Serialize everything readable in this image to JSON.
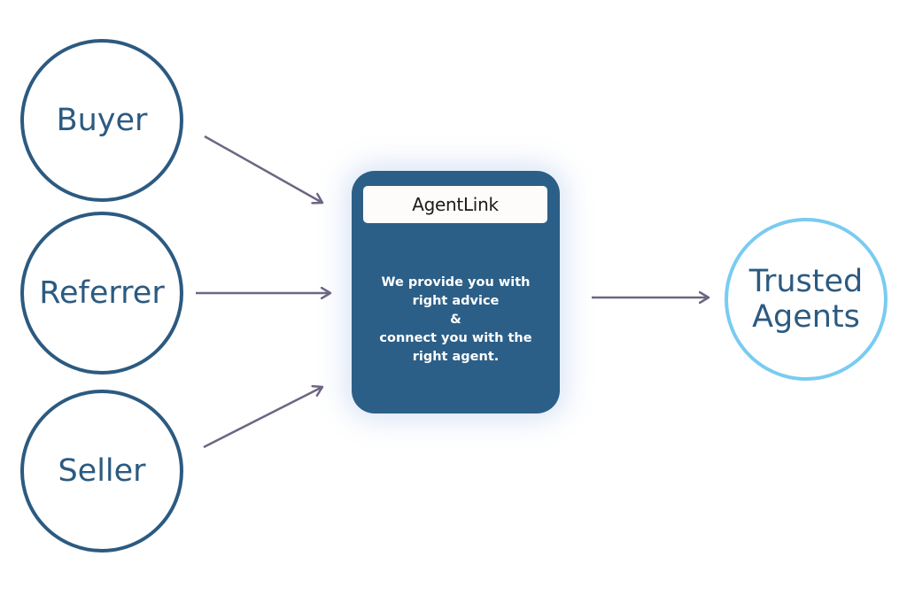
{
  "nodes": {
    "buyer": "Buyer",
    "referrer": "Referrer",
    "seller": "Seller",
    "trusted_agents": "Trusted\nAgents"
  },
  "card": {
    "logo": "AgentLink",
    "message": "We provide you with\nright advice\n&\nconnect you with the\nright agent."
  },
  "colors": {
    "node_border": "#2c5a80",
    "trusted_border": "#79cbf1",
    "card_background": "#2c5f87",
    "arrow": "#6e6683"
  }
}
